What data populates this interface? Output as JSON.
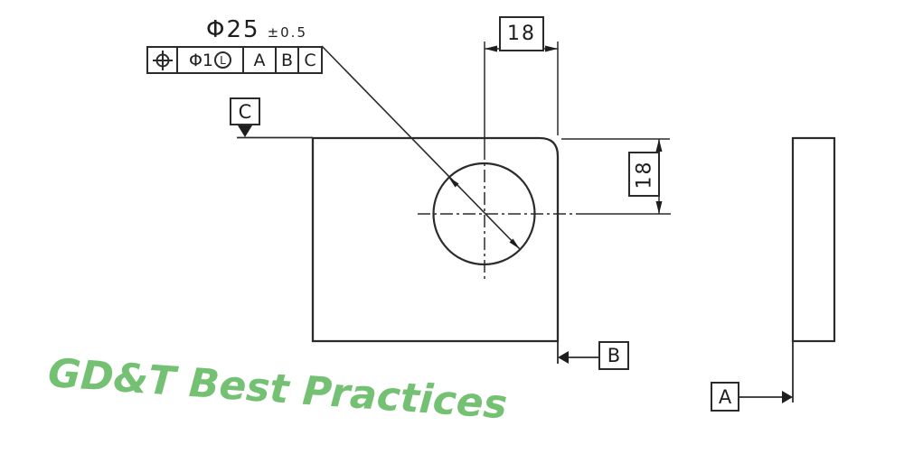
{
  "drawing": {
    "callout": {
      "dimension": "Φ25",
      "tolerance": "±0.5"
    },
    "fcf": {
      "characteristic": "position",
      "tolerance_value": "Φ1",
      "material_modifier": "L",
      "datum_primary": "A",
      "datum_secondary": "B",
      "datum_tertiary": "C"
    },
    "dims": {
      "top_width": "18",
      "right_height": "18"
    },
    "datum_features": {
      "a": "A",
      "b": "B",
      "c": "C"
    }
  },
  "watermark": {
    "text": "GD&T Best Practices"
  },
  "colors": {
    "line": "#2b2b2b",
    "watermark_green": "#74c173"
  }
}
